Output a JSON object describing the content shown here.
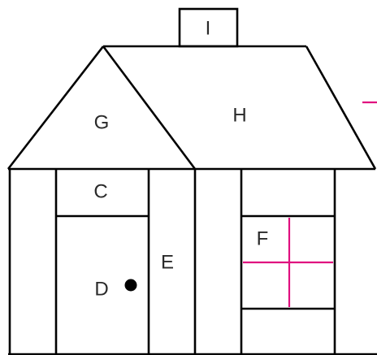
{
  "colors": {
    "outline": "#000000",
    "accent": "#e0107f",
    "background": "#ffffff"
  },
  "labels": {
    "chimney": "I",
    "roof_left": "G",
    "roof_right": "H",
    "door_top": "C",
    "door": "D",
    "wall_strip": "E",
    "window": "F"
  },
  "icons": {
    "door_knob": "door-knob-icon"
  }
}
